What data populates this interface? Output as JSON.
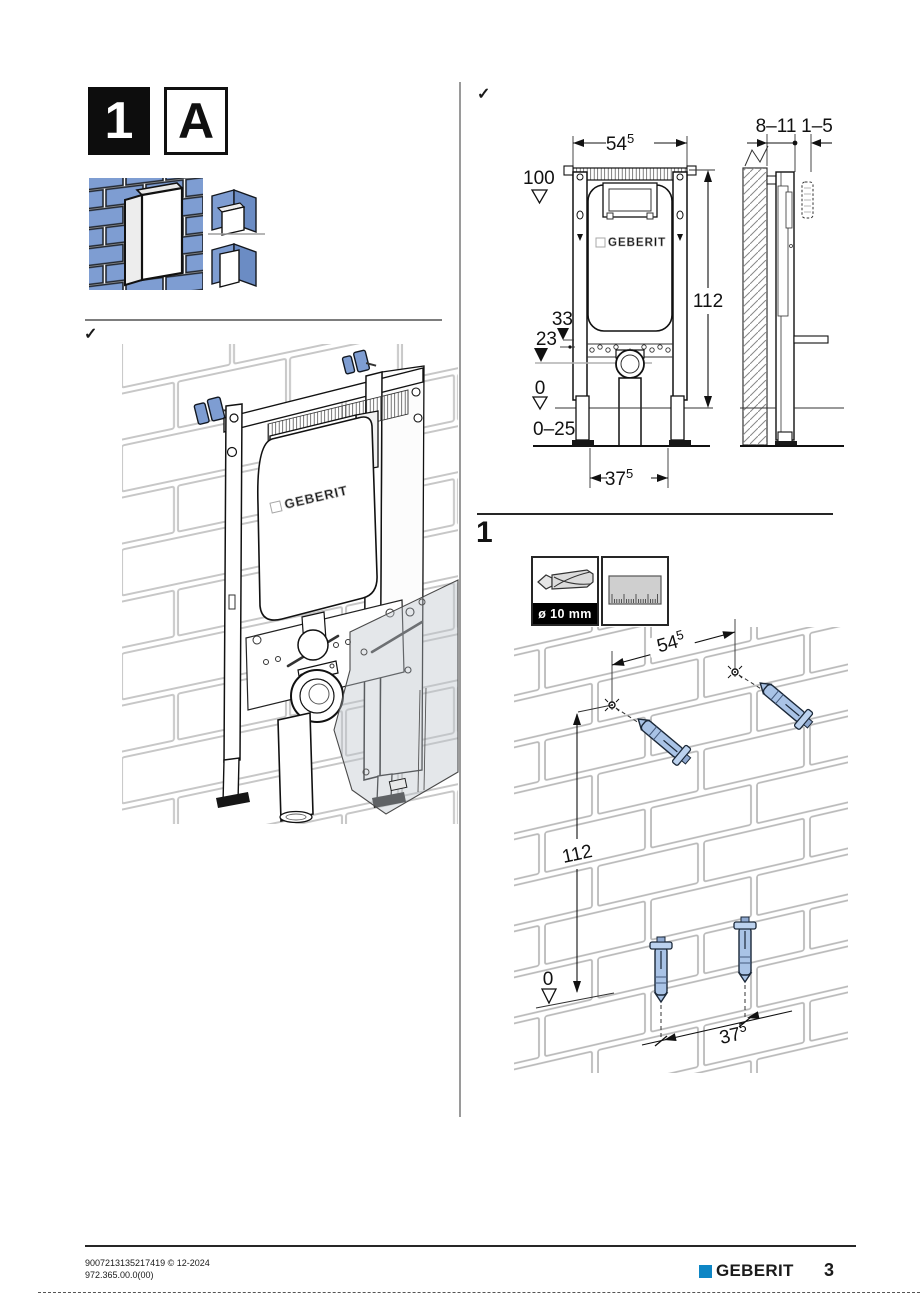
{
  "header": {
    "step": "1",
    "variant": "A"
  },
  "symbols": {
    "check": "✓"
  },
  "brand": {
    "name": "GEBERIT"
  },
  "colors": {
    "accent_blue": "#7E9DD2",
    "accent_blue_dark": "#6B8CC4",
    "anchor_blue": "#A9C3E6",
    "logo_blue": "#0E86C5"
  },
  "front_view": {
    "width_main": "54",
    "width_sup": "5",
    "top_height": "100",
    "total_height": "112",
    "dim_33": "33",
    "dim_23": "23",
    "zero": "0",
    "floor_range": "0–25",
    "leg_span_main": "37",
    "leg_span_sup": "5",
    "wall_gap": "8–11",
    "panel_gap": "1–5"
  },
  "step_1": {
    "number": "1",
    "drill_label": "ø 10 mm",
    "hole_span_main": "54",
    "hole_span_sup": "5",
    "height": "112",
    "zero": "0",
    "anchor_span_main": "37",
    "anchor_span_sup": "5"
  },
  "footer": {
    "doc_line1": "9007213135217419 © 12-2024",
    "doc_line2": "972.365.00.0(00)",
    "page": "3"
  }
}
